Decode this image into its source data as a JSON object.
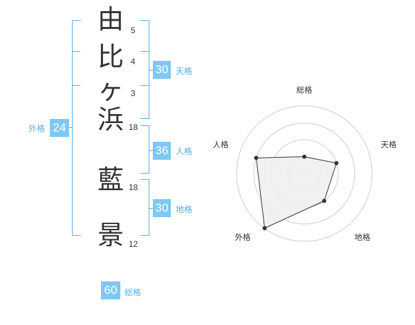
{
  "name": {
    "chars": [
      {
        "char": "由",
        "strokes": "5"
      },
      {
        "char": "比",
        "strokes": "4"
      },
      {
        "char": "ヶ",
        "strokes": "3"
      },
      {
        "char": "浜",
        "strokes": "18"
      },
      {
        "char": "藍",
        "strokes": "18"
      },
      {
        "char": "景",
        "strokes": "12"
      }
    ]
  },
  "scores": {
    "tenkaku": {
      "value": "30",
      "label": "天格"
    },
    "jinkaku": {
      "value": "36",
      "label": "人格"
    },
    "chikaku": {
      "value": "30",
      "label": "地格"
    },
    "gaikaku": {
      "value": "24",
      "label": "外格"
    },
    "soukaku": {
      "value": "60",
      "label": "総格"
    }
  },
  "radar": {
    "labels": {
      "soukaku": "総格",
      "tenkaku": "天格",
      "chikaku": "地格",
      "gaikaku": "外格",
      "jinkaku": "人格"
    },
    "levels": {
      "soukaku": 0.2,
      "tenkaku": 0.4,
      "chikaku": 0.4,
      "gaikaku": 0.8,
      "jinkaku": 0.6
    },
    "colors": {
      "fill": "#efefef",
      "line": "#333333",
      "ring": "#cccccc"
    }
  }
}
